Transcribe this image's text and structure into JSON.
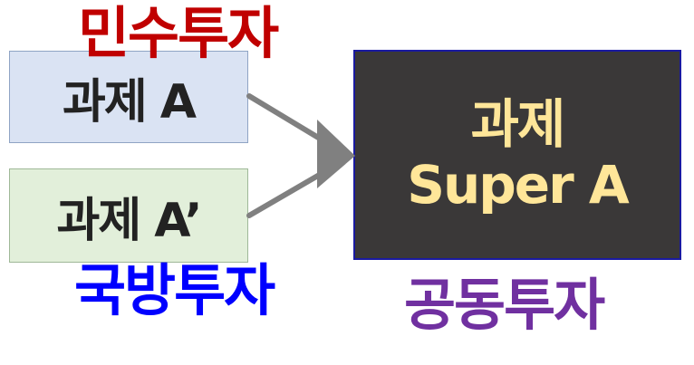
{
  "labels": {
    "private_investment": "민수투자",
    "defense_investment": "국방투자",
    "joint_investment": "공동투자"
  },
  "boxes": {
    "task_a": "과제 A",
    "task_a_prime": "과제 A’",
    "task_super_line1": "과제",
    "task_super_line2": "Super A"
  },
  "colors": {
    "private_label": "#c00000",
    "defense_label": "#0000ff",
    "joint_label": "#7030a0",
    "task_a_fill": "#dae3f3",
    "task_a_prime_fill": "#e2efda",
    "super_fill": "#3a3838",
    "super_text": "#ffe699",
    "arrow": "#808080"
  }
}
